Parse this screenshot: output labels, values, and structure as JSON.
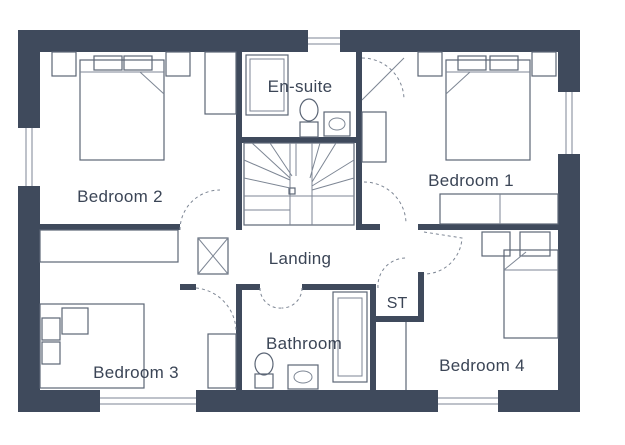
{
  "rooms": {
    "bedroom_2": "Bedroom 2",
    "en_suite": "En-suite",
    "bedroom_1": "Bedroom 1",
    "landing": "Landing",
    "st": "ST",
    "bedroom_3": "Bedroom 3",
    "bathroom": "Bathroom",
    "bedroom_4": "Bedroom 4"
  },
  "colors": {
    "wall": "#3f4a5c",
    "fixture_line": "#5c6676",
    "text": "#3b4556"
  }
}
